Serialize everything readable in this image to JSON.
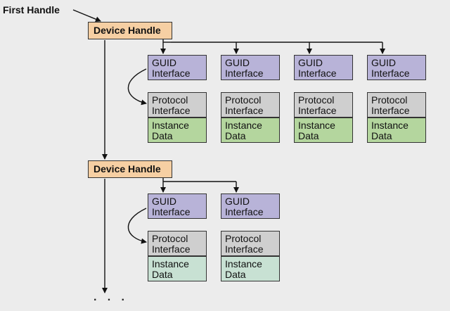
{
  "first_handle": "First Handle",
  "device_handles": [
    {
      "label": "Device Handle",
      "interfaces": [
        {
          "guid": "GUID\nInterface",
          "protocol": "Protocol\nInterface",
          "instance": "Instance\nData"
        },
        {
          "guid": "GUID\nInterface",
          "protocol": "Protocol\nInterface",
          "instance": "Instance\nData"
        },
        {
          "guid": "GUID\nInterface",
          "protocol": "Protocol\nInterface",
          "instance": "Instance\nData"
        },
        {
          "guid": "GUID\nInterface",
          "protocol": "Protocol\nInterface",
          "instance": "Instance\nData"
        }
      ]
    },
    {
      "label": "Device Handle",
      "interfaces": [
        {
          "guid": "GUID\nInterface",
          "protocol": "Protocol\nInterface",
          "instance": "Instance\nData"
        },
        {
          "guid": "GUID\nInterface",
          "protocol": "Protocol\nInterface",
          "instance": "Instance\nData"
        }
      ]
    }
  ],
  "continuation": "· · ·",
  "colors": {
    "device": "#f6cfa3",
    "guid": "#b8b3d8",
    "protocol": "#cfcfcf",
    "instance_first": "#b4d69e",
    "instance_second": "#c8e1d3"
  }
}
